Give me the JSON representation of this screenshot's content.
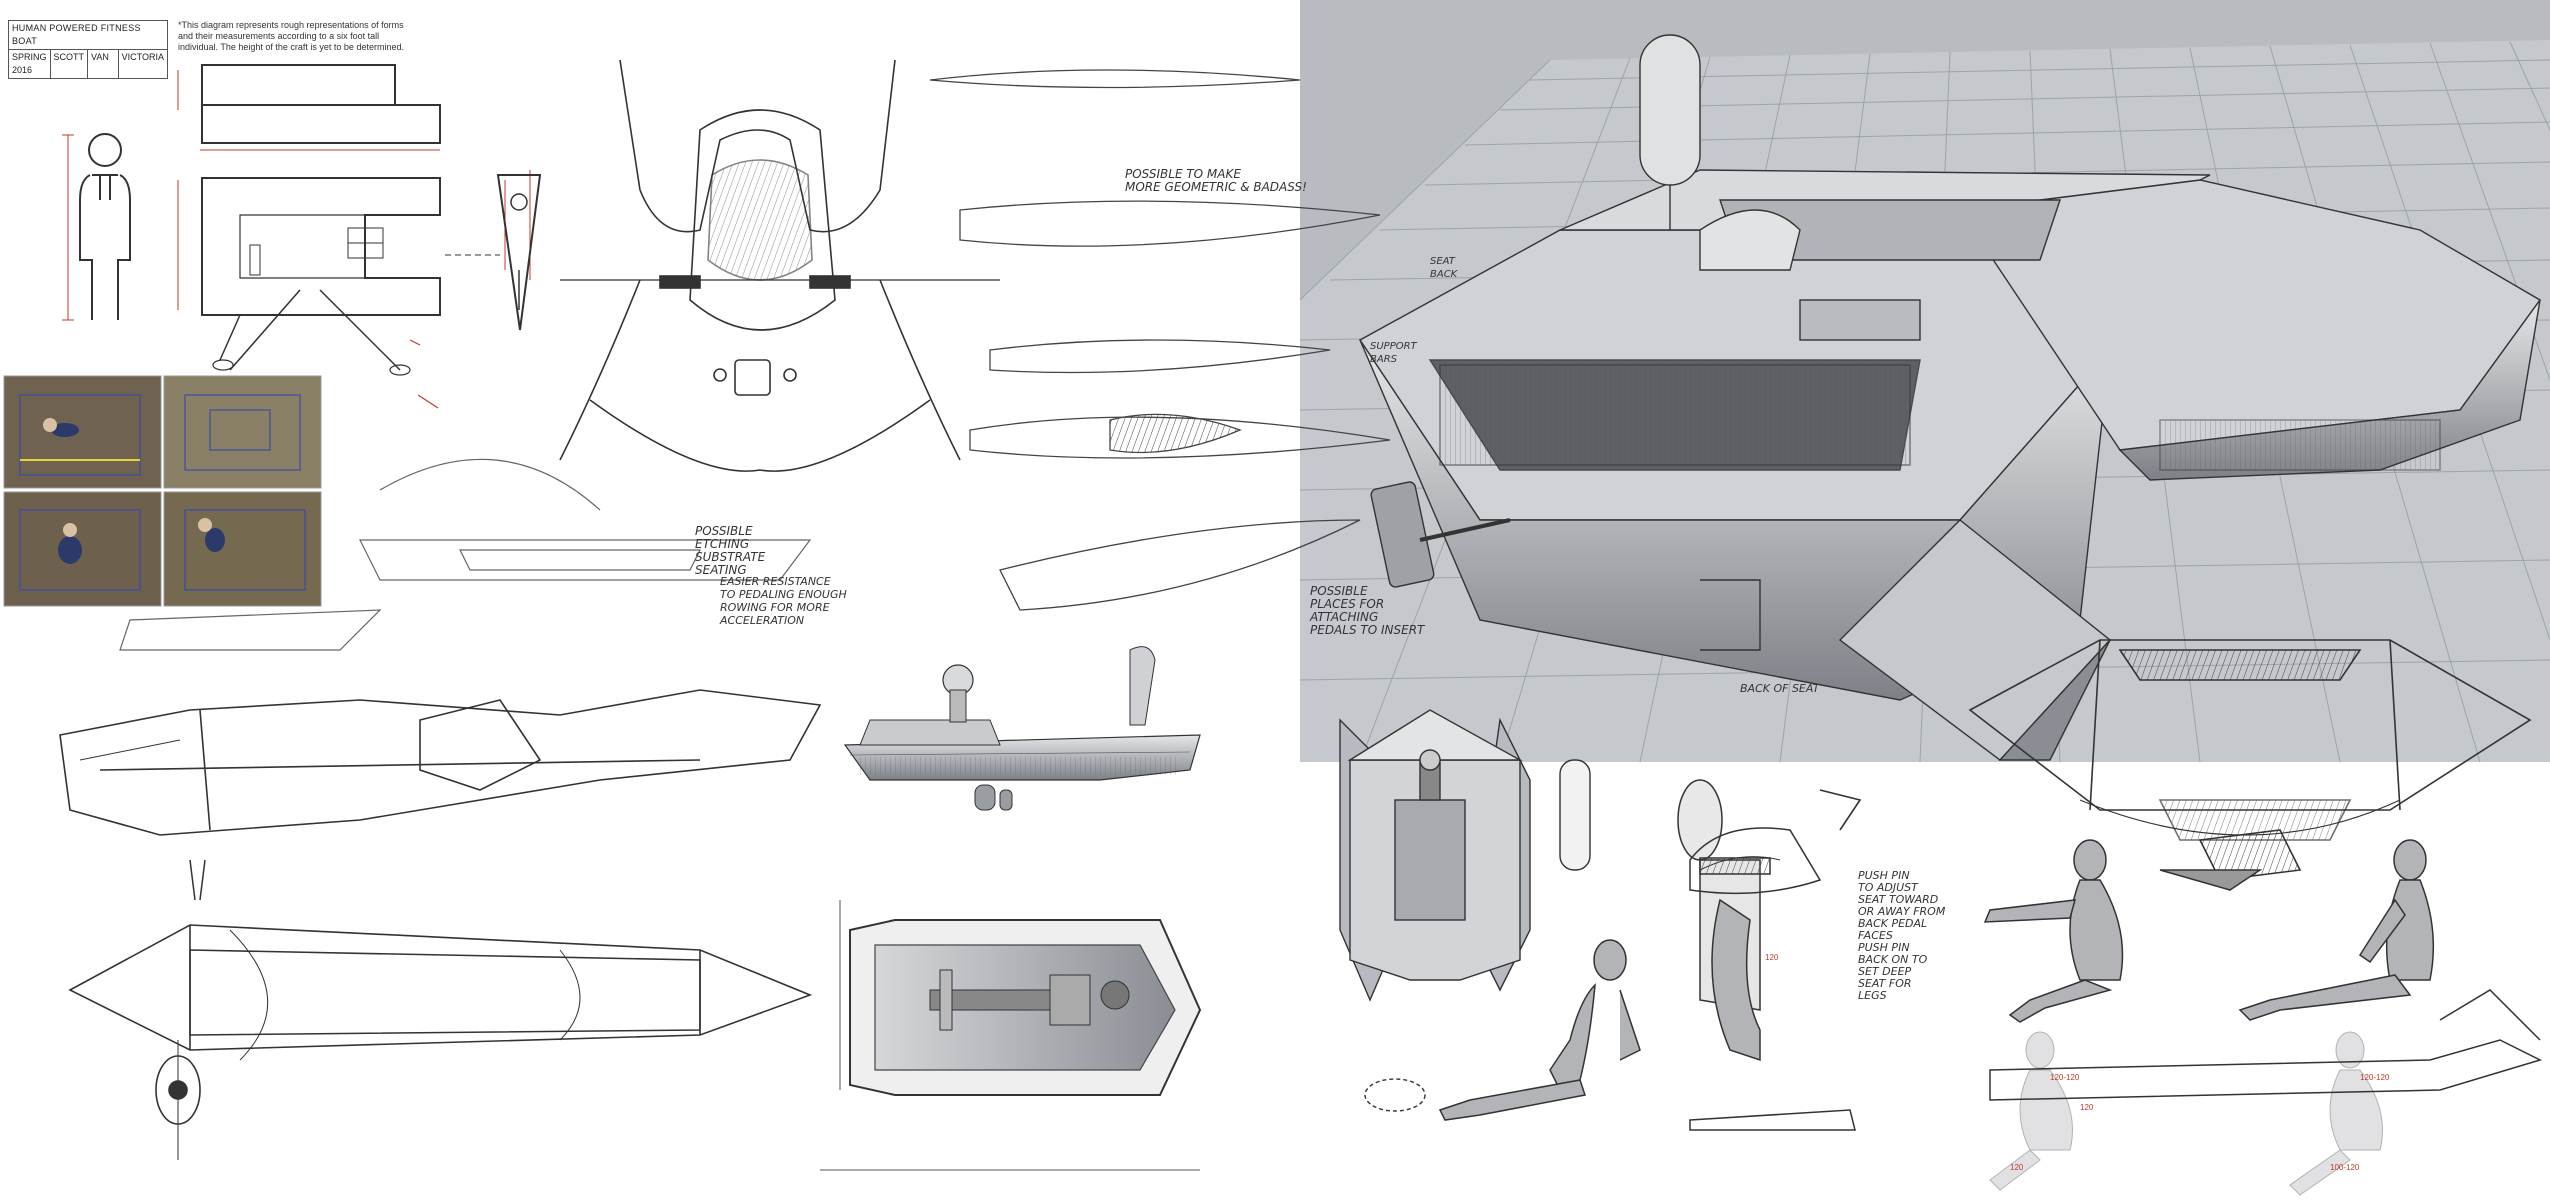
{
  "title_block": {
    "project": "HUMAN POWERED FITNESS BOAT",
    "term": "SPRING 2016",
    "designer": "SCOTT",
    "name2": "VAN",
    "name3": "VICTORIA"
  },
  "note": "*This diagram represents rough representations of forms and their measurements according to a six foot tall individual. The height of the craft is yet to be determined.",
  "annotations": {
    "geometric": "POSSIBLE TO MAKE\nMORE GEOMETRIC & BADASS!",
    "possible_etching": "POSSIBLE\nETCHING\nSUBSTRATE\nSEATING",
    "bottom_text": "EASIER RESISTANCE\nTO PEDALING ENOUGH\nROWING FOR MORE\nACCELERATION",
    "places_attach": "POSSIBLE\nPLACES FOR\nATTACHING\nPEDALS TO INSERT",
    "back_of_seat": "BACK OF SEAT",
    "push_pin": "PUSH PIN\nTO ADJUST\nSEAT TOWARD\nOR AWAY FROM\nBACK PEDAL\nFACES\nPUSH PIN\nBACK ON TO\nSET DEEP\nSEAT FOR\nLEGS",
    "seat_label": "SEAT\nBACK",
    "support_bars": "SUPPORT\nBARS"
  },
  "colors": {
    "viewport_bg": "#b8bcc1",
    "grid_line": "#9aa0a6",
    "sketch_line": "#333333",
    "photo_floor": "#7a6b55",
    "accent_red": "#c0392b"
  }
}
